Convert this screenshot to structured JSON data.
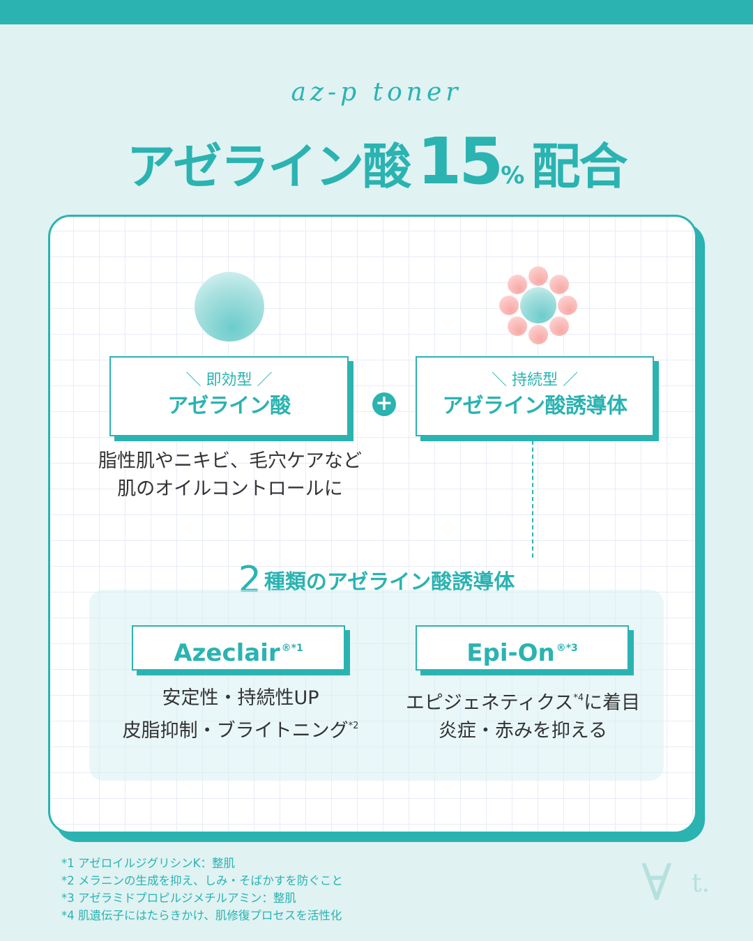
{
  "header": {
    "script_title": "az-p toner",
    "main_title_prefix": "アゼライン酸",
    "main_title_number": "15",
    "main_title_percent": "%",
    "main_title_suffix": "配合"
  },
  "ingredients": [
    {
      "icon": "single-sphere-icon",
      "type_label": "＼ 即効型 ／",
      "name": "アゼライン酸",
      "description_lines": [
        "脂性肌やニキビ、毛穴ケアなど",
        "肌のオイルコントロールに"
      ]
    },
    {
      "icon": "flower-molecule-icon",
      "type_label": "＼ 持続型 ／",
      "name": "アゼライン酸誘導体"
    }
  ],
  "plus_symbol": "+",
  "derivatives_section": {
    "title_number": "2",
    "title_text": "種類のアゼライン酸誘導体",
    "items": [
      {
        "brand": "Azeclair",
        "mark": "®*1",
        "feature_line1": "安定性・持続性UP",
        "feature_line2": "皮脂抑制・ブライトニング",
        "feature_line2_note": "*2"
      },
      {
        "brand": "Epi-On",
        "mark": "®*3",
        "feature_line1_a": "エピジェネティクス",
        "feature_line1_note": "*4",
        "feature_line1_b": "に着目",
        "feature_line2": "炎症・赤みを抑える"
      }
    ]
  },
  "footnotes": [
    "*1 アゼロイルジグリシンK：整肌",
    "*2 メラニンの生成を抑え、しみ・そばかすを防ぐこと",
    "*3 アゼラミドプロピルジメチルアミン：整肌",
    "*4 肌遺伝子にはたらきかけ、肌修復プロセスを活性化"
  ],
  "logo": {
    "main": "∀",
    "suffix": "t."
  },
  "colors": {
    "accent": "#2ab3b1",
    "background": "#e0f2f2",
    "card": "#ffffff",
    "grid": "#e8ecf7",
    "petal": "#f7a9a6",
    "text": "#333333"
  }
}
